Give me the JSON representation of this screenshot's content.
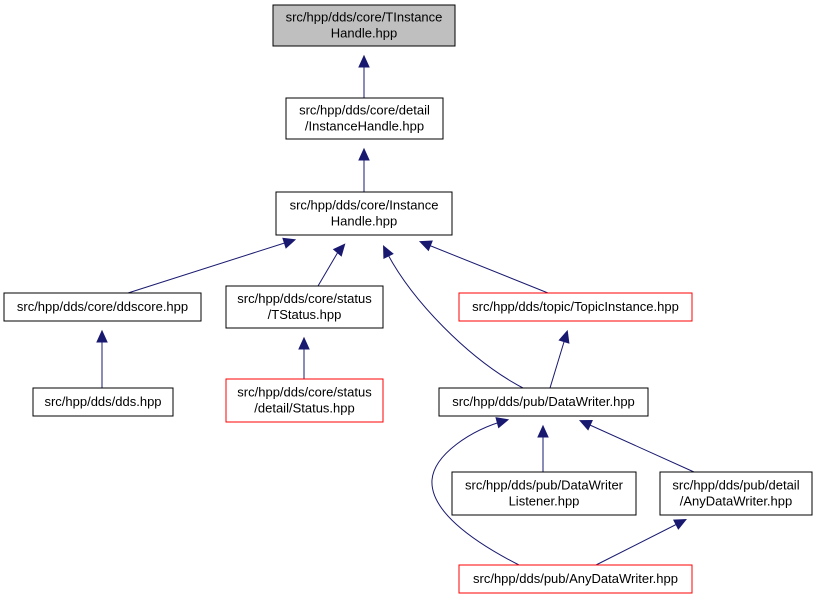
{
  "colors": {
    "edge": "#191970",
    "node_border": "#000000",
    "node_border_incomplete": "#ff0000",
    "focus_fill": "#bfbfbf",
    "node_fill": "#ffffff",
    "text": "#000000"
  },
  "nodes": [
    {
      "id": "tinstancehandle",
      "lines": [
        "src/hpp/dds/core/TInstance",
        "Handle.hpp"
      ],
      "style": "focus"
    },
    {
      "id": "detail-instancehandle",
      "lines": [
        "src/hpp/dds/core/detail",
        "/InstanceHandle.hpp"
      ],
      "style": "normal"
    },
    {
      "id": "instancehandle",
      "lines": [
        "src/hpp/dds/core/Instance",
        "Handle.hpp"
      ],
      "style": "normal"
    },
    {
      "id": "ddscore",
      "lines": [
        "src/hpp/dds/core/ddscore.hpp"
      ],
      "style": "normal"
    },
    {
      "id": "tstatus",
      "lines": [
        "src/hpp/dds/core/status",
        "/TStatus.hpp"
      ],
      "style": "normal"
    },
    {
      "id": "topicinstance",
      "lines": [
        "src/hpp/dds/topic/TopicInstance.hpp"
      ],
      "style": "incomplete"
    },
    {
      "id": "dds",
      "lines": [
        "src/hpp/dds/dds.hpp"
      ],
      "style": "normal"
    },
    {
      "id": "status-detail",
      "lines": [
        "src/hpp/dds/core/status",
        "/detail/Status.hpp"
      ],
      "style": "incomplete"
    },
    {
      "id": "datawriter",
      "lines": [
        "src/hpp/dds/pub/DataWriter.hpp"
      ],
      "style": "normal"
    },
    {
      "id": "datawriterlistener",
      "lines": [
        "src/hpp/dds/pub/DataWriter",
        "Listener.hpp"
      ],
      "style": "normal"
    },
    {
      "id": "detail-anydatawriter",
      "lines": [
        "src/hpp/dds/pub/detail",
        "/AnyDataWriter.hpp"
      ],
      "style": "normal"
    },
    {
      "id": "anydatawriter",
      "lines": [
        "src/hpp/dds/pub/AnyDataWriter.hpp"
      ],
      "style": "incomplete"
    }
  ],
  "edges": [
    {
      "from": "detail-instancehandle",
      "to": "tinstancehandle"
    },
    {
      "from": "instancehandle",
      "to": "detail-instancehandle"
    },
    {
      "from": "ddscore",
      "to": "instancehandle"
    },
    {
      "from": "tstatus",
      "to": "instancehandle"
    },
    {
      "from": "datawriter",
      "to": "instancehandle"
    },
    {
      "from": "topicinstance",
      "to": "instancehandle"
    },
    {
      "from": "dds",
      "to": "ddscore"
    },
    {
      "from": "status-detail",
      "to": "tstatus"
    },
    {
      "from": "datawriter",
      "to": "topicinstance"
    },
    {
      "from": "datawriterlistener",
      "to": "datawriter"
    },
    {
      "from": "detail-anydatawriter",
      "to": "datawriter"
    },
    {
      "from": "anydatawriter",
      "to": "datawriter"
    },
    {
      "from": "anydatawriter",
      "to": "detail-anydatawriter"
    }
  ]
}
